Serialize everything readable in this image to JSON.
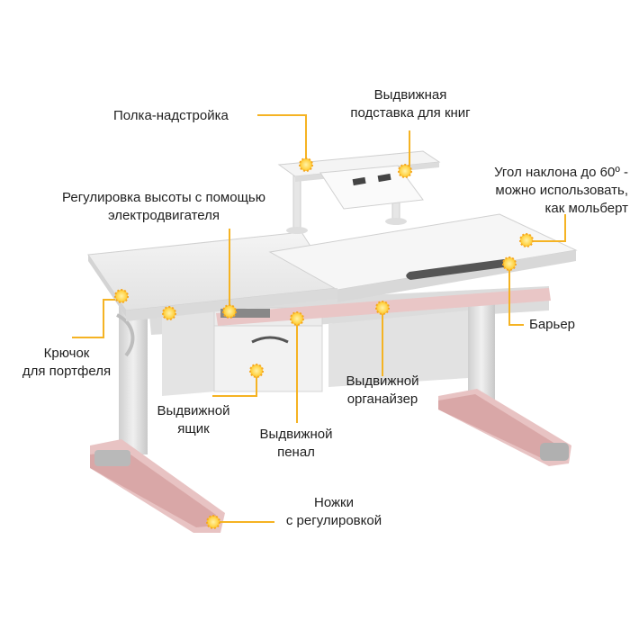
{
  "colors": {
    "callout_line": "#f5b323",
    "callout_dot": "#ffd84d",
    "desk_top": "#eeeeee",
    "desk_frame": "#d9d9d9",
    "accent_pink": "#e3b3b3"
  },
  "callouts": [
    {
      "id": "shelf",
      "lines": [
        "Полка-надстройка"
      ]
    },
    {
      "id": "book_stand",
      "lines": [
        "Выдвижная",
        "подставка для книг"
      ]
    },
    {
      "id": "tilt",
      "lines": [
        "Угол наклона до 60º -",
        "можно использовать,",
        "как мольберт"
      ]
    },
    {
      "id": "height",
      "lines": [
        "Регулировка высоты с помощью",
        "электродвигателя"
      ]
    },
    {
      "id": "barrier",
      "lines": [
        "Барьер"
      ]
    },
    {
      "id": "hook",
      "lines": [
        "Крючок",
        "для портфеля"
      ]
    },
    {
      "id": "drawer",
      "lines": [
        "Выдвижной",
        "ящик"
      ]
    },
    {
      "id": "pencil_case",
      "lines": [
        "Выдвижной",
        "пенал"
      ]
    },
    {
      "id": "organizer",
      "lines": [
        "Выдвижной",
        "органайзер"
      ]
    },
    {
      "id": "legs",
      "lines": [
        "Ножки",
        "с регулировкой"
      ]
    }
  ]
}
